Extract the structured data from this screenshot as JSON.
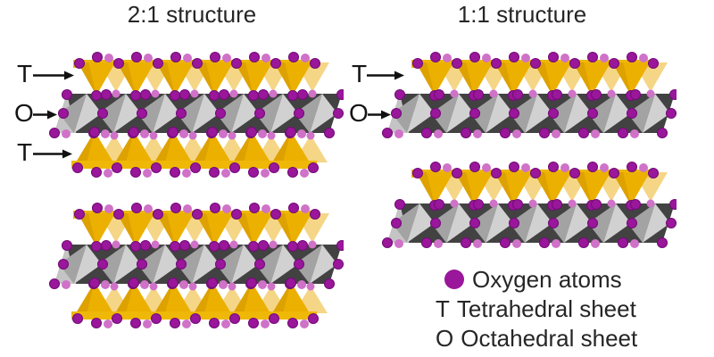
{
  "titles": {
    "left": "2:1 structure",
    "right": "1:1 structure"
  },
  "annotations": {
    "left": [
      {
        "letter": "T"
      },
      {
        "letter": "O"
      },
      {
        "letter": "T"
      }
    ],
    "right": [
      {
        "letter": "T"
      },
      {
        "letter": "O"
      }
    ]
  },
  "structures": [
    {
      "name": "structure-2to1-layer-1",
      "ratio": "2:1",
      "layers": [
        "T",
        "O",
        "T"
      ]
    },
    {
      "name": "structure-2to1-layer-2",
      "ratio": "2:1",
      "layers": [
        "T",
        "O",
        "T"
      ]
    },
    {
      "name": "structure-1to1-layer-1",
      "ratio": "1:1",
      "layers": [
        "T",
        "O"
      ]
    },
    {
      "name": "structure-1to1-layer-2",
      "ratio": "1:1",
      "layers": [
        "T",
        "O"
      ]
    }
  ],
  "legend": {
    "items": [
      {
        "marker": "dot",
        "label": "Oxygen atoms"
      },
      {
        "marker": "T",
        "label": "Tetrahedral sheet"
      },
      {
        "marker": "O",
        "label": "Octahedral sheet"
      }
    ]
  },
  "colors": {
    "tetrahedron_gold": "#EBB000",
    "tetrahedron_gold_dark": "#D09200",
    "tetrahedron_gold_light": "#F3CF72",
    "tetrahedron_bar": "#EFB806",
    "octahedron_light": "#D1D1D1",
    "octahedron_mid": "#A3A3A3",
    "octahedron_dark": "#424242",
    "octahedron_cap": "#C4C4C4",
    "oxygen_purple": "#9A169A",
    "oxygen_rim": "#730E78",
    "oxygen_pink": "#CF72C8",
    "arrow_black": "#111111",
    "text": "#262626"
  }
}
